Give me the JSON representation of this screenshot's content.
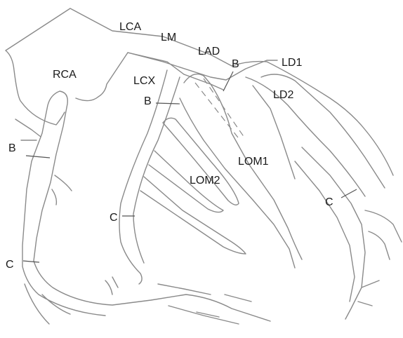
{
  "labels": {
    "lca": "LCA",
    "lm": "LM",
    "lad": "LAD",
    "ld1": "LD1",
    "ld2": "LD2",
    "rca": "RCA",
    "lcx": "LCX",
    "lom1": "LOM1",
    "lom2": "LOM2",
    "b_lad": "B",
    "b_lcx": "B",
    "b_rca": "B",
    "c_lcx": "C",
    "c_lad": "C",
    "c_rca": "C"
  },
  "colors": {
    "vessel": "#8a8a8a",
    "text": "#1a1a1a"
  }
}
